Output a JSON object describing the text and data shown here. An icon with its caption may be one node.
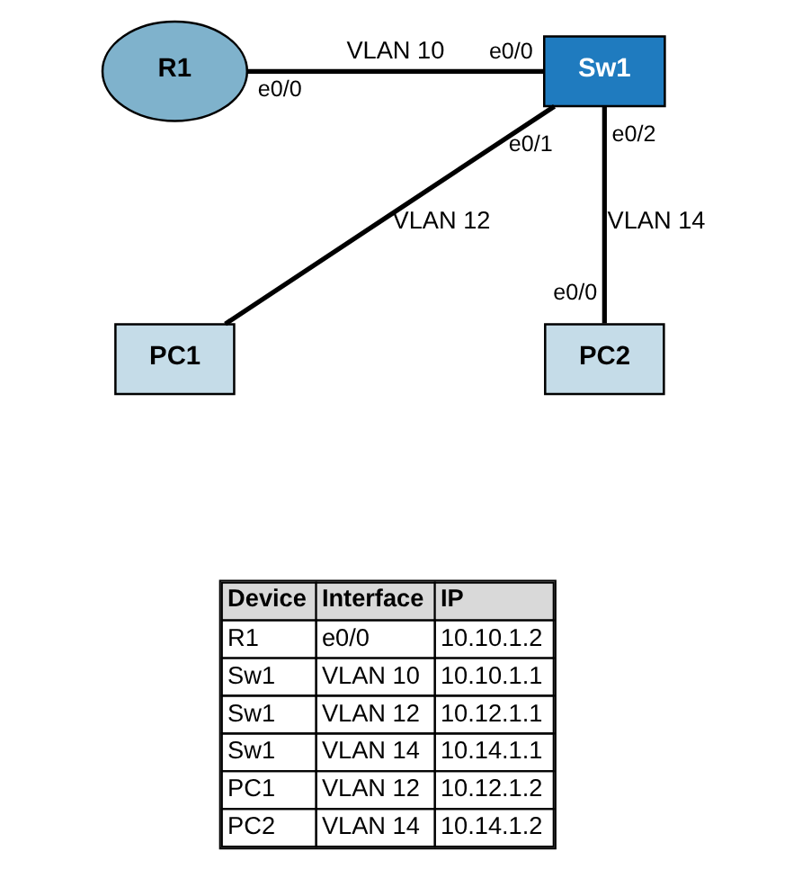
{
  "diagram": {
    "nodes": [
      {
        "text": [
          "R1"
        ],
        "beside": [
          "e0/0"
        ]
      },
      {
        "text": [
          "Sw1"
        ],
        "beside": [
          "e0/0",
          "e0/1",
          "e0/2"
        ]
      },
      {
        "text": [
          "PC1"
        ]
      },
      {
        "text": [
          "PC2"
        ],
        "beside": [
          "e0/0"
        ]
      }
    ],
    "edges": [
      {
        "from": 0,
        "to": 1,
        "arrow": "none",
        "label": "VLAN 10"
      },
      {
        "from": 1,
        "to": 2,
        "arrow": "none",
        "label": "VLAN 12"
      },
      {
        "from": 1,
        "to": 3,
        "arrow": "none",
        "label": "VLAN 14"
      }
    ],
    "labels": [
      "Device",
      "Interface",
      "IP",
      "R1",
      "e0/0",
      "10.10.1.2",
      "Sw1",
      "VLAN 10",
      "10.10.1.1",
      "Sw1",
      "VLAN 12",
      "10.12.1.1",
      "Sw1",
      "VLAN 14",
      "10.14.1.1",
      "PC1",
      "VLAN 12",
      "10.12.1.2",
      "PC2",
      "VLAN 14",
      "10.14.1.2"
    ]
  }
}
